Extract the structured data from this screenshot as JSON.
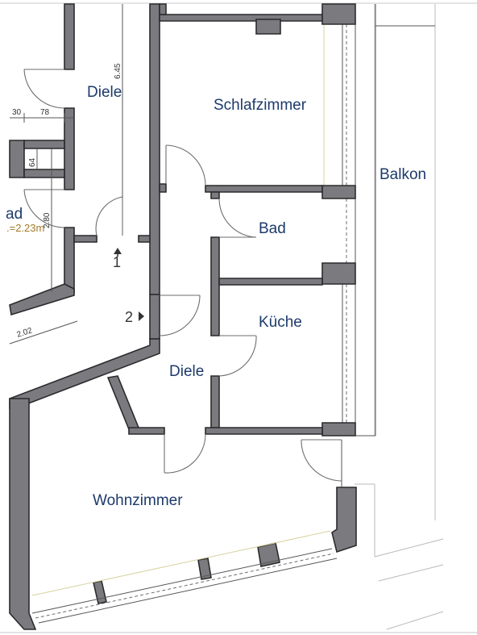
{
  "rooms": {
    "diele_upper": "Diele",
    "schlafzimmer": "Schlafzimmer",
    "balkon": "Balkon",
    "bad_left": "ad",
    "bad": "Bad",
    "kueche": "Küche",
    "diele_lower": "Diele",
    "wohnzimmer": "Wohnzimmer"
  },
  "area_label": ".=2.23m",
  "dimensions": {
    "d645": "6.45",
    "d30": "30",
    "d78": "78",
    "d64": "64",
    "d280": "2.80",
    "d202": "2.02"
  },
  "markers": {
    "entry_1": "1",
    "entry_2": "2"
  },
  "colors": {
    "wall_fill": "#7b7b7f",
    "wall_stroke": "#2b2b2e",
    "room_label": "#1d3a6b",
    "area_label": "#a27d28"
  }
}
